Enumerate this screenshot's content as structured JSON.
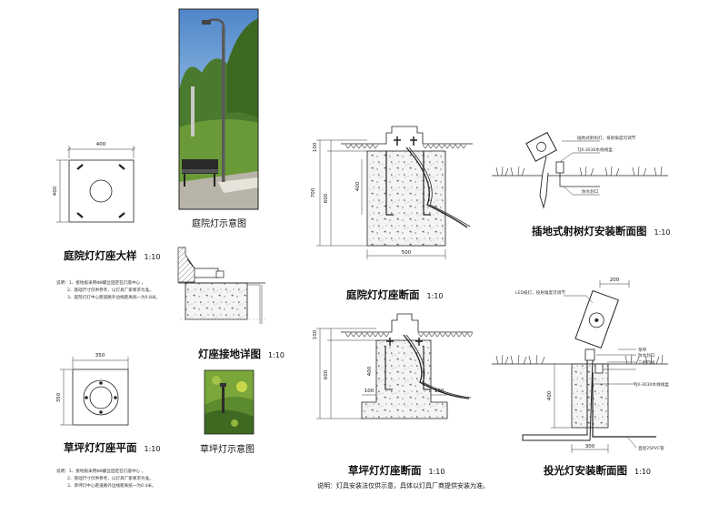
{
  "photos": {
    "garden_light_photo_caption": "庭院灯示意图",
    "lawn_light_photo_caption": "草坪灯示意图"
  },
  "garden_base_plan": {
    "title": "庭院灯灯座大样",
    "scale": "1:10",
    "dim_width": "400",
    "dim_height": "400",
    "notes": [
      "说明：1、接地极采用Φ8螺丝固定在灯座中心 。",
      "2、基础尺寸仅供参考，以灯具厂家要求为准。",
      "3、庭院灯灯中心距道路外边线距离统一为0.8米。"
    ]
  },
  "grounding_detail": {
    "title": "灯座接地详图",
    "scale": "1:10"
  },
  "lawn_base_plan": {
    "title": "草坪灯灯座平面",
    "scale": "1:10",
    "dim_width": "350",
    "dim_height": "350",
    "notes": [
      "说明：1、接地极采用Φ8螺丝固定在灯座中心 。",
      "2、基础尺寸仅供参考，以灯具厂家要求为准。",
      "3、草坪灯中心距道路外边线距离统一为0.4米。"
    ]
  },
  "garden_section": {
    "title": "庭院灯灯座断面",
    "scale": "1:10",
    "dims": [
      "100",
      "700",
      "600",
      "400",
      "500"
    ]
  },
  "lawn_section": {
    "title": "草坪灯灯座断面",
    "scale": "1:10",
    "dims": [
      "100",
      "600",
      "100",
      "400",
      "100"
    ]
  },
  "spike_light": {
    "title": "插地式射树灯安装断面图",
    "scale": "1:10",
    "labels": [
      "插地式射树灯，投射角度可调节",
      "TJX-3030水线线盒",
      "防水封口"
    ]
  },
  "flood_light": {
    "title": "投光灯安装断面图",
    "scale": "1:10",
    "dims": [
      "200",
      "400",
      "300"
    ],
    "labels": [
      "LED投灯，投射角度可调节",
      "草坪",
      "防水封口",
      "三相四线",
      "TJX-3030水线线盒",
      "直径25PVC管"
    ]
  },
  "bottom_note": "说明：灯具安装法仅供示意，具体以灯具厂商提供安装为准。"
}
